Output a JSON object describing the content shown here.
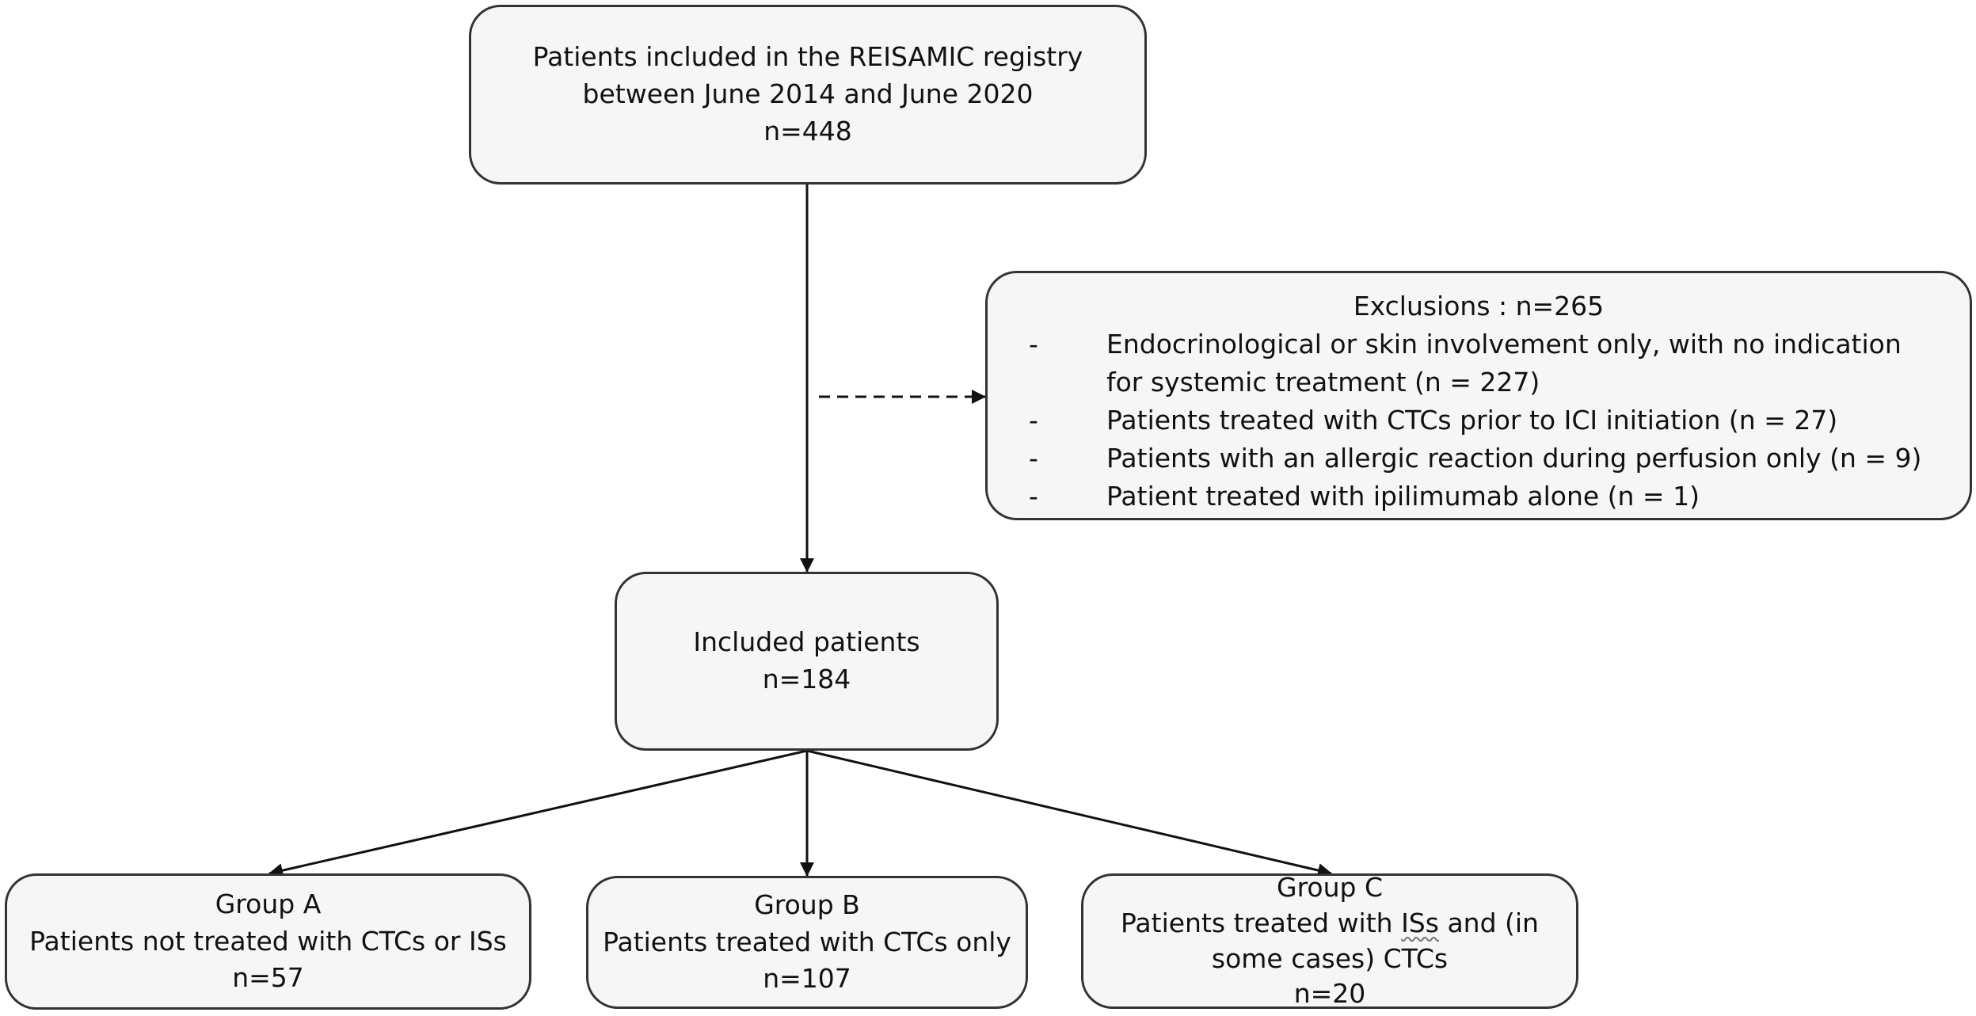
{
  "registry": {
    "line1": "Patients included in the REISAMIC registry",
    "line2": "between June 2014 and June 2020",
    "count": "n=448"
  },
  "exclusions": {
    "title": "Exclusions : n=265",
    "items": [
      {
        "dash": "-",
        "text": "Endocrinological or skin involvement only, with no indication for systemic treatment (n = 227)"
      },
      {
        "dash": "-",
        "text": "Patients treated with CTCs prior to ICI initiation (n = 27)"
      },
      {
        "dash": "-",
        "text": "Patients with an allergic reaction during perfusion only (n = 9)"
      },
      {
        "dash": "-",
        "text": "Patient treated with ipilimumab alone (n = 1)"
      }
    ]
  },
  "included": {
    "label": "Included patients",
    "count": "n=184"
  },
  "groups": {
    "a": {
      "name": "Group A",
      "desc": "Patients not treated with CTCs or ISs",
      "count": "n=57"
    },
    "b": {
      "name": "Group B",
      "desc": "Patients treated with CTCs only",
      "count": "n=107"
    },
    "c": {
      "name": "Group C",
      "desc_pre": "Patients treated with ",
      "desc_mark": "ISs",
      "desc_post": " and (in",
      "desc_line2": "some cases) CTCs",
      "count": "n=20"
    }
  },
  "colors": {
    "box_fill": "#f6f6f6",
    "box_border": "#333333",
    "arrow": "#111111"
  }
}
